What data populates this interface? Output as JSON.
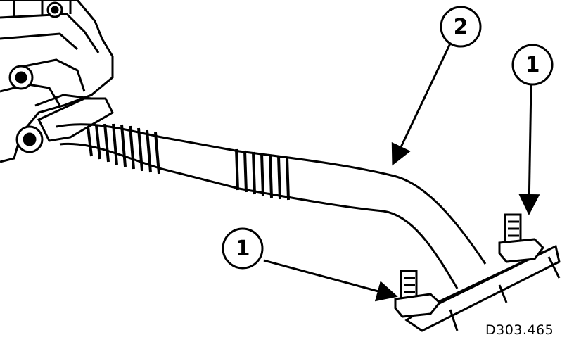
{
  "callouts": {
    "c1_right": "1",
    "c2": "2",
    "c1_left": "1"
  },
  "reference_code": "D303.465",
  "colors": {
    "ink": "#000000",
    "paper": "#ffffff"
  }
}
